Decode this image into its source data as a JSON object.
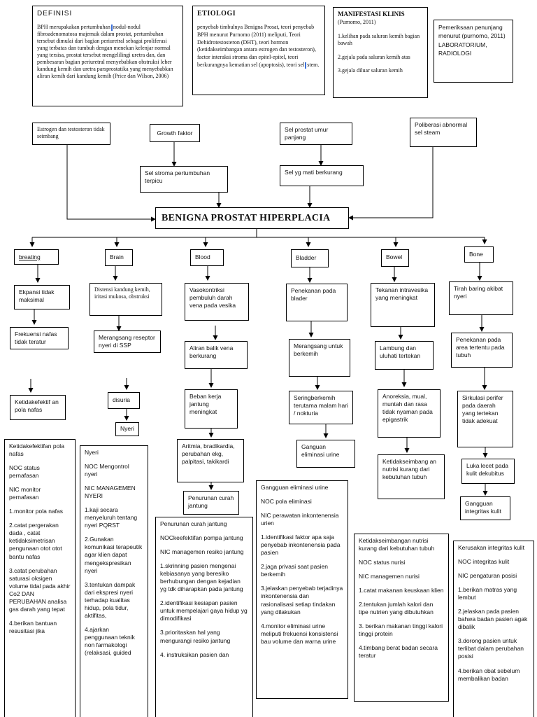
{
  "definisi": {
    "title": "DEFINISI",
    "text_a": "BPH merupakakan pertumbuhan",
    "text_b": "nodul-nodul fibroadenomatosa majemuk dalam prostat, pertumbuhan tersebut dimulai dari bagian periuretral sebagai proliferasi yang terbatas dan tumbuh dengan menekan kelenjar normal yang tersisa, prostat tersebut mengelilingi uretra dan, dan pembesaran bagian periuretral menyebabkan obstruksi leher kandung kemih dan uretra parsprostatika yang menyebabkan aliran kemih dari kandung kemih (Price dan Wilson, 2006)"
  },
  "etiologi": {
    "title": "ETIOLOGI",
    "text_a": "penyebab timbulnya Benigna Prosat, teori penyebab BPH menurut Purnomo (2011) meliputi, Teori Dehidrotestosteron (DHT), teori hormon (ketidakseimbangan antara estrogen dan testosteron), factor interaksi stroma dan epitel-epitel, teori berkurangnya kematian sel (apoptosis), teori sel",
    "text_b": "stem."
  },
  "manifestasi": {
    "title": "MANIFESTASI KLINIS",
    "source": "(Purnomo, 2011)",
    "items": [
      "1.kelihan pada saluran kemih bagian bawah",
      "2.gejala pada saluran kemih atas",
      "3.gejala diluar saluran kemih"
    ]
  },
  "pemeriksaan": {
    "text": "Pemeriksaan penunjang menurut (purnomo, 2011) LABORATORIUM, RADIOLOGI"
  },
  "causes": {
    "estrogen": "Estrogen dan testosteron tidak seimbang",
    "growth": "Growth faktor",
    "stroma": "Sel stroma pertumbuhan terpicu",
    "sel_prostat": "Sel prostat umur panjang",
    "sel_mati": "Sel yg mati berkurang",
    "poliberasi": "Poliberasi abnormal sel steam"
  },
  "main_title": "BENIGNA PROSTAT HIPERPLACIA",
  "branches": {
    "breating": {
      "label": "breating",
      "steps": [
        "Ekpansi tidak maksimal",
        "Frekuensi nafas tidak teratur",
        "Ketidakefektif an pola nafas"
      ]
    },
    "brain": {
      "label": "Brain",
      "steps": [
        "Distensi kandung kemih, iritasi mukosa, obstruksi",
        "Merangsang reseptor nyeri di SSP",
        "disuria",
        "Nyeri"
      ]
    },
    "blood": {
      "label": "Blood",
      "steps": [
        "Vasokontriksi pembuluh darah vena pada vesika",
        "Aliran balik vena berkurang",
        "Beban kerja jantung meningkat",
        "Aritmia, bradikardia, perubahan ekg, palpitasi, takikardi",
        "Penurunan curah jantung"
      ]
    },
    "bladder": {
      "label": "Bladder",
      "steps": [
        "Penekanan pada blader",
        "Merangsang untuk berkemih",
        "Seringberkemih terutama malam hari / nokturia",
        "Ganguan eliminasi urine"
      ]
    },
    "bowel": {
      "label": "Bowel",
      "steps": [
        "Tekanan intravesika yang meningkat",
        "Lambung dan uluhati tertekan",
        "Anoreksia, mual, muntah dan rasa tidak nyaman pada epigastrik",
        "Ketidakseimbang an nutrisi kurang dari kebutuhan tubuh"
      ]
    },
    "bone": {
      "label": "Bone",
      "steps": [
        "Tirah baring akibat nyeri",
        "Penekanan pada area tertentu pada tubuh",
        "Sirkulasi perifer pada daerah yang tertekan tidak adekuat",
        "Luka lecet pada kulit dekubitus",
        "Gangguan integritas kulit"
      ]
    }
  },
  "care_plans": {
    "pola_nafas": [
      "Ketidakefektifan pola nafas",
      "NOC status pernafasan",
      "NIC monitor pernafasan",
      "1.monitor pola nafas",
      "2.catat pergerakan dada , catat ketidaksimetrisan pengunaan otot otot bantu nafas",
      "3.catat perubahan saturasi oksigen volume tidal pada akhir Co2 DAN PERUBAHAN analisa gas darah yang tepat",
      "4.berikan bantuan resusitasi jika"
    ],
    "nyeri": [
      "Nyeri",
      "NOC Mengontrol nyeri",
      "NIC MANAGEMEN NYERI",
      "1.kaji secara menyeluruh tentang nyeri PQRST",
      "2.Gunakan komunikasi terapeutik agar klien dapat mengekspresikan nyeri",
      "3.tentukan dampak dari ekspresi nyeri terhadap kualitas hidup, pola tidur, aktifitas,",
      "4.ajarkan penggunaan teknik non farmakologi (relaksasi, guided"
    ],
    "curah_jantung": [
      "Penurunan curah jantung",
      "NOCkeefektifan pompa jantung",
      "NIC managemen resiko jantung",
      "1.skrinning pasien mengenai kebiasanya yang beresiko berhubungan dengan kejadian yg tdk diharapkan pada jantung",
      "2.identifikasi kesiapan pasien untuk mempelajari gaya hidup yg dimodifikasi",
      "3.prioritaskan hal yang mengurangi resiko jantung",
      "4. instruksikan pasien dan"
    ],
    "eliminasi": [
      "Gangguan eliminasi urine",
      "NOC pola eliminasi",
      "NIC perawatan inkontenensia urien",
      "1.identifikasi faktor apa saja penyebab inkontenensia pada pasien",
      "2.jaga privasi saat pasien berkemih",
      "3.jelaskan penyebab terjadinya inkontenensia dan rasionalisasi setiap tindakan yang dilakukan",
      "4.monitor eliminasi urine meliputi frekuensi konsistensi bau volume dan warna urine"
    ],
    "nutrisi": [
      "Ketidakseimbangan nutrisi kurang dari kebutuhan tubuh",
      "NOC status nurisi",
      "NIC managemen nurisi",
      "1.catat makanan keuskaan klien",
      "2.tentukan jumlah kalori dan tipe nutrien yang dibutuhkan",
      "3. berikan makanan tinggi kalori tinggi protein",
      "4.timbang berat badan secara teratur"
    ],
    "integritas": [
      "Kerusakan integritas kulit",
      "NOC integritas kulit",
      "NIC pengaturan posisi",
      "1.berikan matras yang lembut",
      "2.jelaskan pada pasien bahwa badan pasien agak dibalik",
      "3.dorong pasien untuk terlibat dalam perubahan posisi",
      "4.berikan obat sebelum membalikan badan"
    ]
  }
}
